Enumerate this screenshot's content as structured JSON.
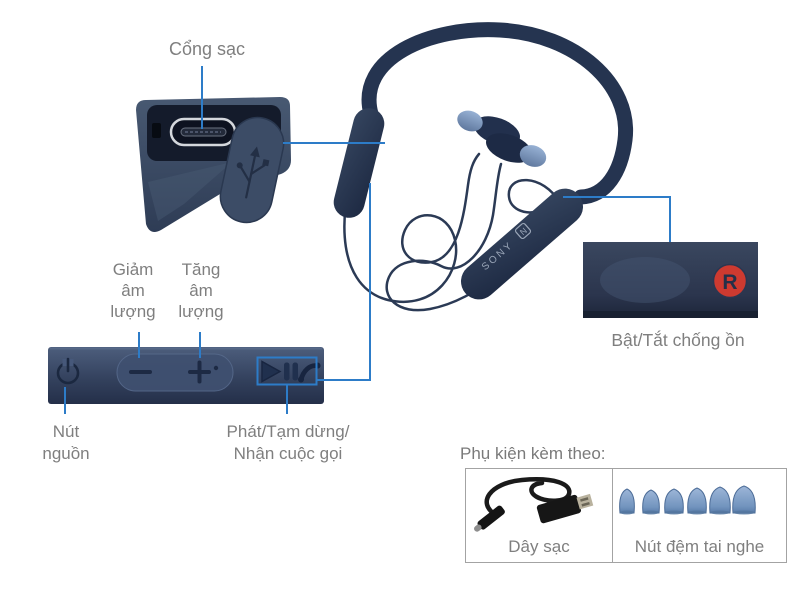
{
  "colors": {
    "accent_blue": "#2d7cc8",
    "navy_dark": "#253450",
    "strip_navy": "#3b4c6a",
    "badge_red": "#ce3a30",
    "label_gray": "#7f7f7f",
    "eartip_blue": "#7fa0c8"
  },
  "product": {
    "brand_label": "SONY",
    "nfc_label": "N",
    "right_channel_marker": "R"
  },
  "callouts": {
    "charging_port": {
      "label": "Cổng sạc"
    },
    "volume_down": {
      "lines": [
        "Giảm",
        "âm",
        "lượng"
      ]
    },
    "volume_up": {
      "lines": [
        "Tăng",
        "âm",
        "lượng"
      ]
    },
    "power": {
      "lines": [
        "Nút",
        "nguồn"
      ]
    },
    "play_pause_call": {
      "lines": [
        "Phát/Tạm dừng/",
        "Nhận cuộc gọi"
      ]
    },
    "noise_cancel": {
      "label": "Bật/Tắt chống ồn"
    }
  },
  "accessories": {
    "heading": "Phụ kiện kèm theo:",
    "items": [
      {
        "label": "Dây sạc",
        "icon": "usb-cable-icon"
      },
      {
        "label": "Nút đệm tai nghe",
        "icon": "eartips-icon"
      }
    ]
  },
  "icons": {
    "power": "power-icon",
    "volume_down": "minus-icon",
    "volume_up": "plus-icon",
    "play": "play-icon",
    "pause": "pause-icon",
    "call": "phone-handset-icon",
    "usb_flap": "usb-trident-icon",
    "nfc": "nfc-n-mark-icon"
  }
}
